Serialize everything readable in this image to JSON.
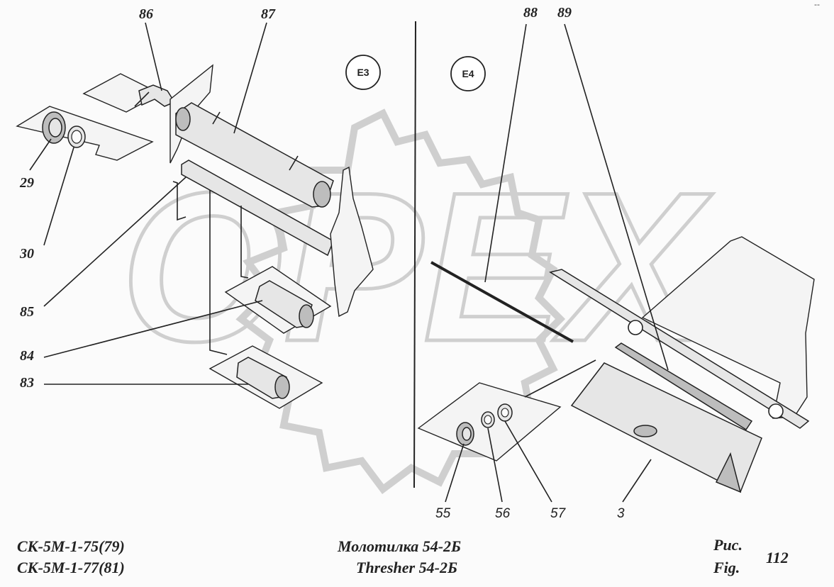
{
  "watermark": "OPEX",
  "zones": {
    "left": "E3",
    "right": "E4"
  },
  "callouts": {
    "c86": "86",
    "c87": "87",
    "c88": "88",
    "c89": "89",
    "c29": "29",
    "c30": "30",
    "c85": "85",
    "c84": "84",
    "c83": "83",
    "c55": "55",
    "c56": "56",
    "c57": "57",
    "c3": "3"
  },
  "footer": {
    "model_line1": "СК-5М-1-75(79)",
    "model_line2": "СК-5М-1-77(81)",
    "title_ru": "Молотилка 54-2Б",
    "title_en": "Thresher 54-2Б",
    "fig_ru": "Рис.",
    "fig_en": "Fig.",
    "fig_number": "112"
  },
  "corner_mark": "--"
}
